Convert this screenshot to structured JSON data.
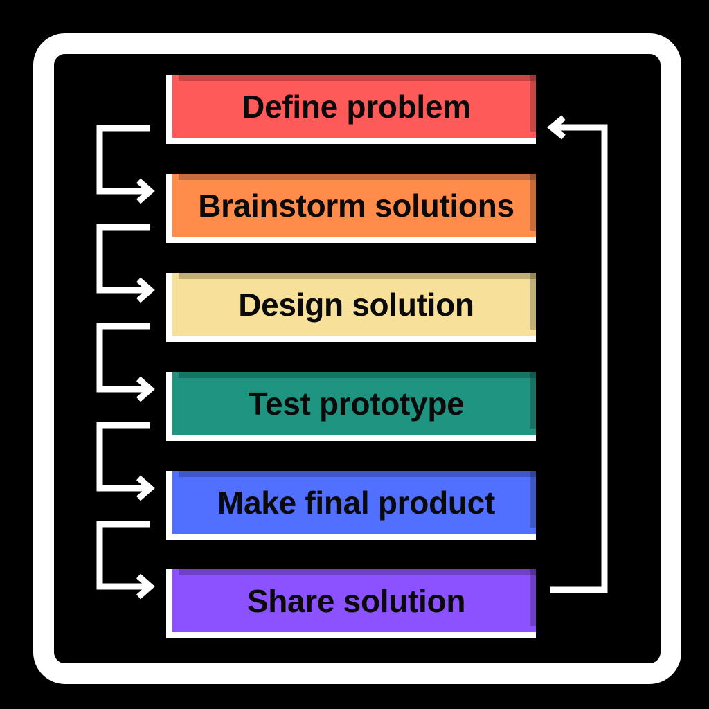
{
  "diagram": {
    "frame_color": "#ffffff",
    "background_color": "#000000",
    "connector_color": "#ffffff",
    "steps": [
      {
        "label": "Define problem",
        "color": "#ff5a5a"
      },
      {
        "label": "Brainstorm solutions",
        "color": "#ff8c4a"
      },
      {
        "label": "Design solution",
        "color": "#f7e19a"
      },
      {
        "label": "Test prototype",
        "color": "#1f9480"
      },
      {
        "label": "Make final product",
        "color": "#5270ff"
      },
      {
        "label": "Share solution",
        "color": "#8c52ff"
      }
    ],
    "loop_back": {
      "from": "Share solution",
      "to": "Define problem"
    }
  }
}
